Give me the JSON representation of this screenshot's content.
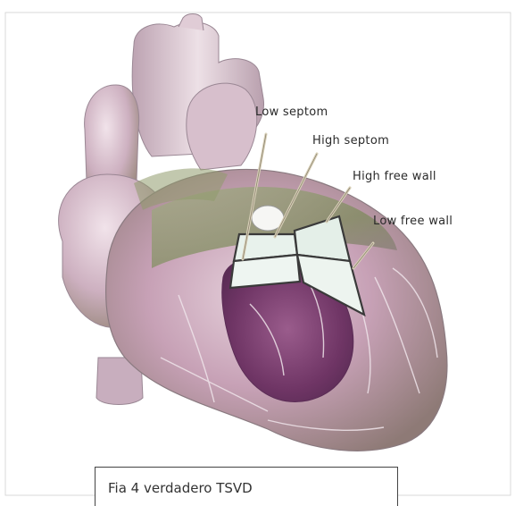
{
  "labels": {
    "low_septom": "Low septom",
    "high_septom": "High septom",
    "high_free_wall": "High free wall",
    "low_free_wall": "Low free wall"
  },
  "caption": "Fia 4 verdadero TSVD",
  "colors": {
    "heart_base": "#c9a8b6",
    "heart_green": "#8a9a6a",
    "ventricle": "#7a3f70",
    "panel": "#e8f2ec"
  }
}
